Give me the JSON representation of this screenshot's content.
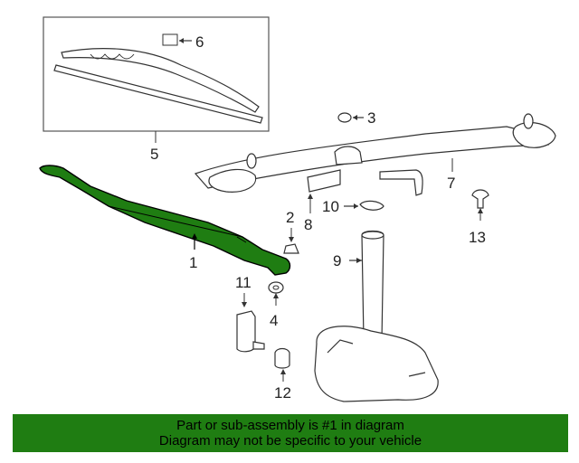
{
  "diagram": {
    "highlight_color": "#1f7d12",
    "callouts": [
      "1",
      "2",
      "3",
      "4",
      "5",
      "6",
      "7",
      "8",
      "9",
      "10",
      "11",
      "12",
      "13"
    ]
  },
  "footer": {
    "line1": "Part or sub-assembly is #1 in diagram",
    "line2": "Diagram may not be specific to your vehicle",
    "background": "#1f7d12"
  }
}
